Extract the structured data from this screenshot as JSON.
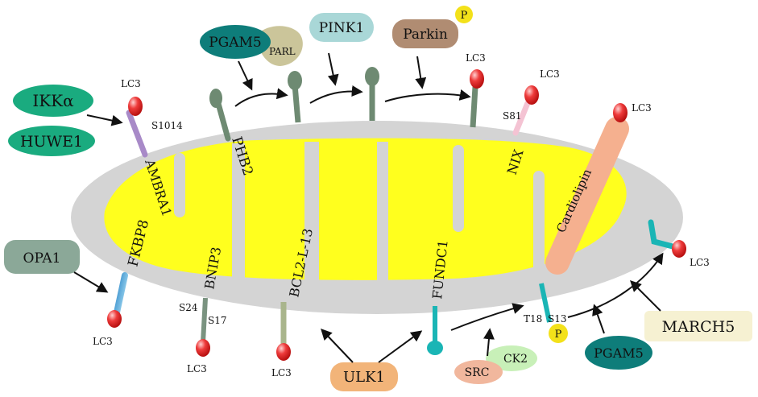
{
  "colors": {
    "membrane": "#d4d4d4",
    "matrix": "#ffff1e",
    "lc3": "#e53030",
    "stalk_green": "#6e8a72",
    "ikka": "#1aab7f",
    "pgam5": "#0e7d7a",
    "pink1": "#a9d7d7",
    "parkin": "#b08c72",
    "opa1": "#8ba898",
    "ulk1": "#f2b479",
    "march5": "#f6f1d2",
    "src": "#f1b79d",
    "ck2": "#c8f0b8",
    "phospho": "#f3e11a",
    "cardiolipin": "#f5b08f",
    "fundc1": "#1ab5b5"
  },
  "labels": {
    "lc3": "LC3",
    "s1014": "S1014",
    "s81": "S81",
    "s24": "S24",
    "s17": "S17",
    "t18": "T18",
    "s13": "S13",
    "p": "P"
  },
  "proteins": {
    "ambra1": "AMBRA1",
    "phb2": "PHB2",
    "bcl2l13": "BCL2-L-13",
    "nix": "NIX",
    "cardiolipin": "Cardiolipin",
    "fkbp8": "FKBP8",
    "bnip3": "BNIP3",
    "fundc1": "FUNDC1"
  },
  "regulators": {
    "ikka": "IKKα",
    "huwe1": "HUWE1",
    "pgam5_top": "PGAM5",
    "parl": "PARL",
    "pink1": "PINK1",
    "parkin": "Parkin",
    "opa1": "OPA1",
    "ulk1": "ULK1",
    "src": "SRC",
    "ck2": "CK2",
    "pgam5_bottom": "PGAM5",
    "march5": "MARCH5"
  }
}
